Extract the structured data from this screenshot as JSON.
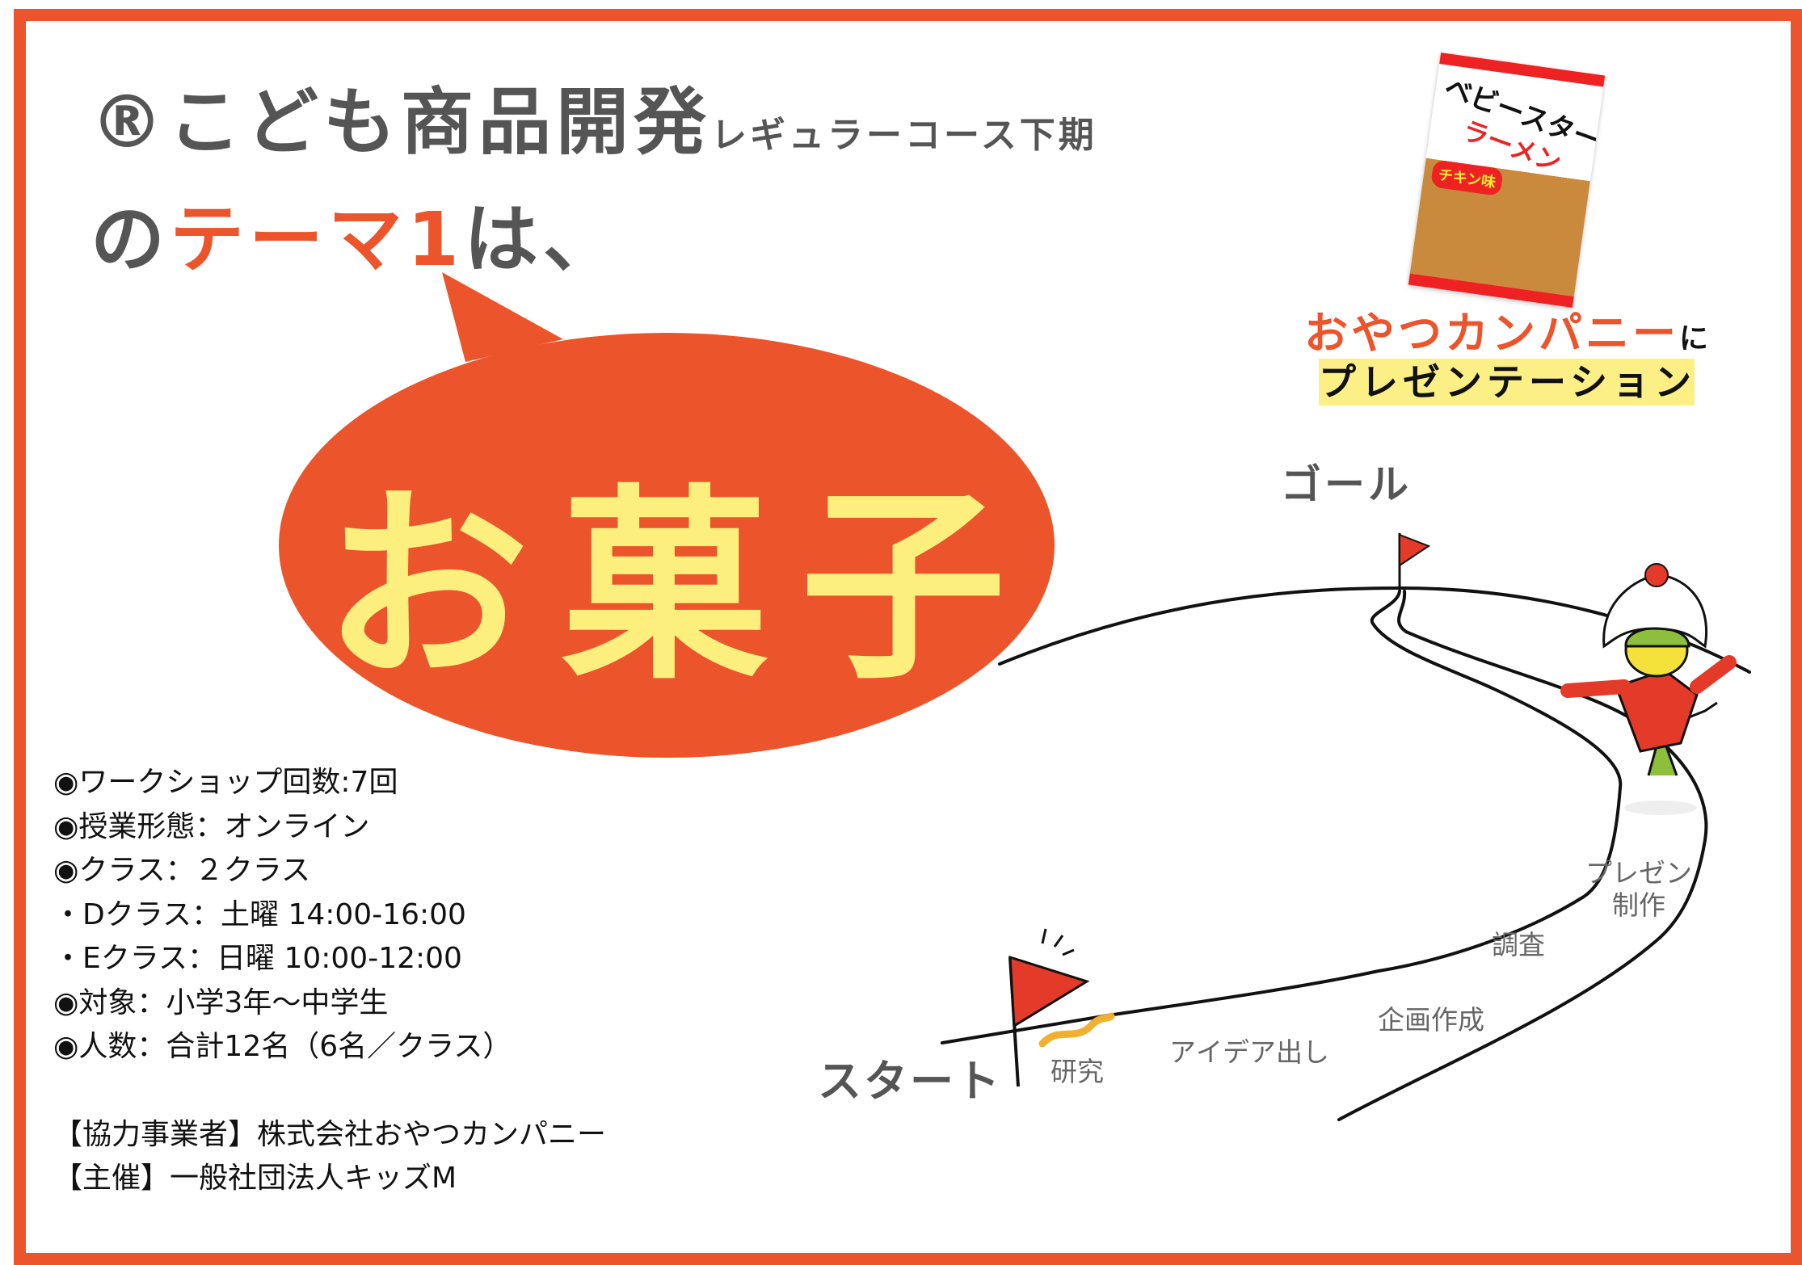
{
  "header": {
    "title_main": "®こども商品開発",
    "title_sub": "レギュラーコース下期",
    "line2_prefix": "の",
    "line2_accent": "テーマ1",
    "line2_suffix": "は、"
  },
  "theme": "お菓子",
  "sponsor": {
    "company": "おやつカンパニー",
    "particle": "に",
    "action": "プレゼンテーション",
    "product_image": {
      "line1": "ベビースター",
      "line2": "ラーメン",
      "flavor": "チキン味"
    }
  },
  "roadmap": {
    "goal": "ゴール",
    "start": "スタート",
    "steps": [
      "研究",
      "アイデア出し",
      "企画作成",
      "調査",
      "プレゼン",
      "制作"
    ]
  },
  "info": {
    "items": [
      "◉ワークショップ回数:7回",
      "◉授業形態：オンライン",
      "◉クラス：２クラス",
      "・Dクラス：土曜 14:00-16:00",
      "・Eクラス：日曜 10:00-12:00",
      "◉対象：小学3年〜中学生",
      "◉人数：合計12名（6名／クラス）"
    ],
    "partner": "【協力事業者】株式会社おやつカンパニー",
    "organizer": "【主催】一般社団法人キッズM"
  },
  "colors": {
    "accent": "#EC542B",
    "highlight": "#FCEF7E",
    "text": "#555555"
  }
}
